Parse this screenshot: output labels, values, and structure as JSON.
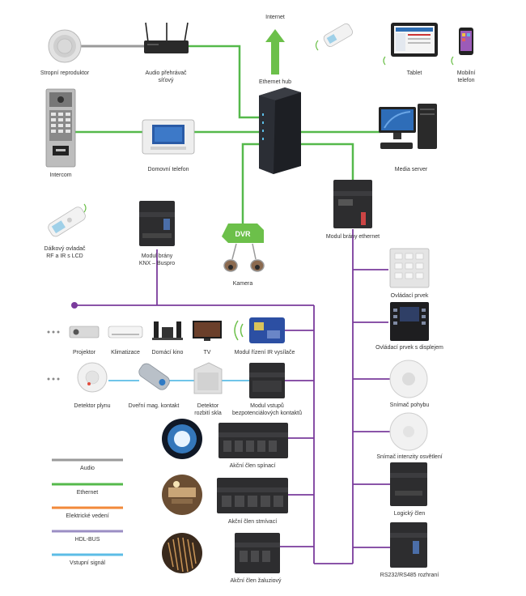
{
  "labels": {
    "ceiling_speaker": "Stropní reproduktor",
    "audio_player": "Audio přehrávač\nsíťový",
    "internet": "Internet",
    "ethernet_hub": "Ethernet hub",
    "tablet": "Tablet",
    "mobile": "Mobilní\ntelefon",
    "intercom": "Intercom",
    "home_phone": "Domovní telefon",
    "media_server": "Media server",
    "remote": "Dálkový ovladač\nRF a IR s LCD",
    "knx_gateway": "Modul brány\nKNX – Buspro",
    "dvr": "DVR",
    "camera": "Kamera",
    "eth_gateway": "Modul brány ethernet",
    "control_element": "Ovládací prvek",
    "control_display": "Ovládací prvek s displejem",
    "projector": "Projektor",
    "aircon": "Klimatizace",
    "home_cinema": "Domácí kino",
    "tv": "TV",
    "ir_module": "Modul řízení IR vysílače",
    "gas_detector": "Detektor plynu",
    "door_contact": "Dveřní mag. kontakt",
    "glass_detector": "Detektor\nrozbití skla",
    "input_module": "Modul vstupů\nbezpotenciálových kontaktů",
    "motion_sensor": "Snímač pohybu",
    "light_sensor": "Snímač intenzity osvětlení",
    "switch_actuator": "Akční člen spínací",
    "dimmer_actuator": "Akční člen stmívací",
    "logic": "Logický člen",
    "rs_gateway": "RS232/RS485 rozhraní",
    "blind_actuator": "Akční člen žaluziový"
  },
  "legend": [
    {
      "label": "Audio",
      "color": "#9a9a9a"
    },
    {
      "label": "Ethernet",
      "color": "#55b94b"
    },
    {
      "label": "Elektrické vedení",
      "color": "#f2893a"
    },
    {
      "label": "HDL-BUS",
      "color": "#9b8ec4"
    },
    {
      "label": "Vstupní signál",
      "color": "#5cbde6"
    }
  ],
  "colors": {
    "audio": "#9a9a9a",
    "ethernet": "#55b94b",
    "bus": "#7a3b9c",
    "input": "#5cbde6",
    "device_dark": "#2c2c2e",
    "device_light": "#e6e6e6"
  }
}
